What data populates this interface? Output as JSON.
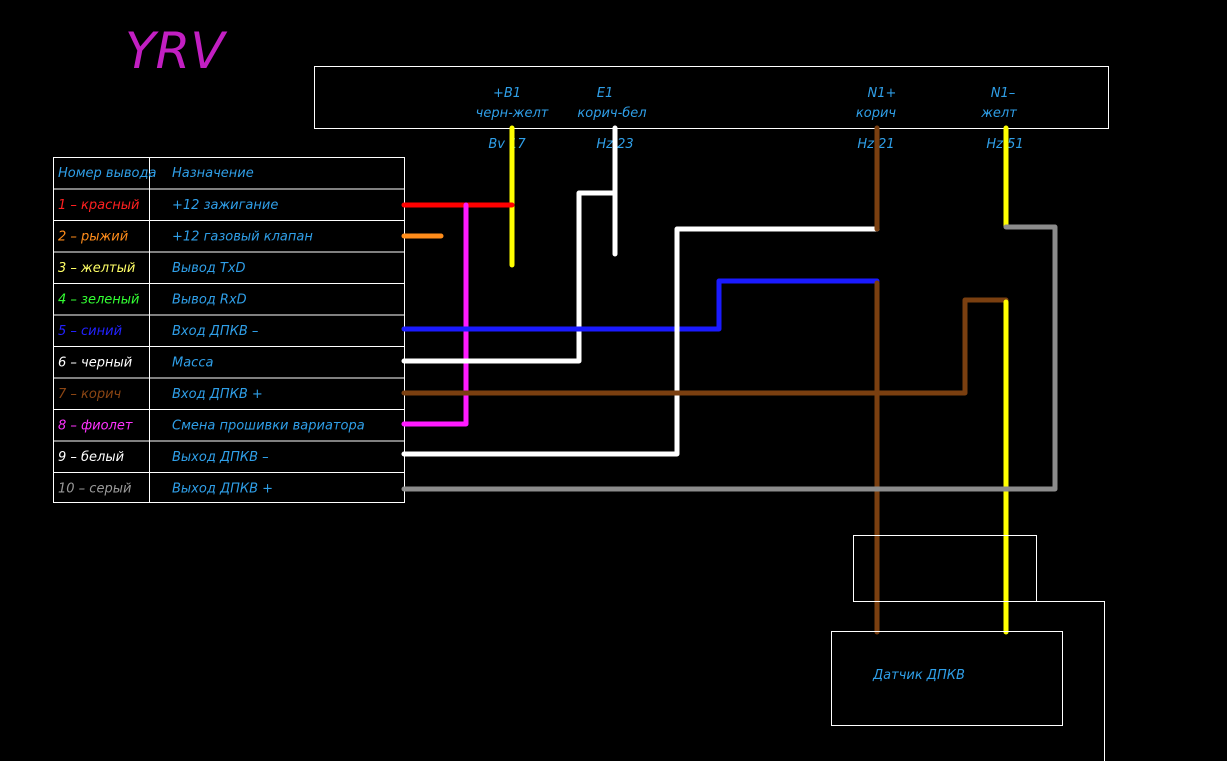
{
  "title": "YRV",
  "colors": {
    "background": "#000000",
    "outline": "#ffffff",
    "label": "#2f9fe8",
    "title": "#c21fc2",
    "red": "#ff0000",
    "orange": "#ff8c1a",
    "yellow": "#ffff00",
    "green": "#33ff33",
    "blue": "#1a1aff",
    "white": "#ffffff",
    "brown": "#7a3f10",
    "magenta": "#ff1aff",
    "grey": "#8c8c8c"
  },
  "table": {
    "headers": [
      "Номер вывода",
      "Назначение"
    ],
    "rows": [
      {
        "pin": "1 – красный",
        "purpose": "+12 зажигание",
        "color": "#ff2020"
      },
      {
        "pin": "2 – рыжий",
        "purpose": "+12 газовый клапан",
        "color": "#ff8c1a"
      },
      {
        "pin": "3 – желтый",
        "purpose": "Вывод TxD",
        "color": "#ffff66"
      },
      {
        "pin": "4 – зеленый",
        "purpose": "Вывод RxD",
        "color": "#33ff33"
      },
      {
        "pin": "5 – синий",
        "purpose": "Вход ДПКВ –",
        "color": "#2222ff"
      },
      {
        "pin": "6 – черный",
        "purpose": "Масса",
        "color": "#ffffff"
      },
      {
        "pin": "7 – корич",
        "purpose": "Вход ДПКВ +",
        "color": "#8b4513"
      },
      {
        "pin": "8 – фиолет",
        "purpose": "Смена прошивки вариатора",
        "color": "#ff33ff"
      },
      {
        "pin": "9 – белый",
        "purpose": "Выход ДПКВ –",
        "color": "#ffffff"
      },
      {
        "pin": "10 – серый",
        "purpose": "Выход ДПКВ +",
        "color": "#9a9a9a"
      }
    ]
  },
  "connector": {
    "pins": [
      {
        "name": "+B1",
        "wire": "черн-желт",
        "code": "Bv 17"
      },
      {
        "name": "E1",
        "wire": "корич-бел",
        "code": "Hz 23"
      },
      {
        "name": "N1+",
        "wire": "корич",
        "code": "Hz 21"
      },
      {
        "name": "N1–",
        "wire": "желт",
        "code": "Hz 51"
      }
    ]
  },
  "sensor": {
    "label": "Датчик ДПКВ"
  }
}
